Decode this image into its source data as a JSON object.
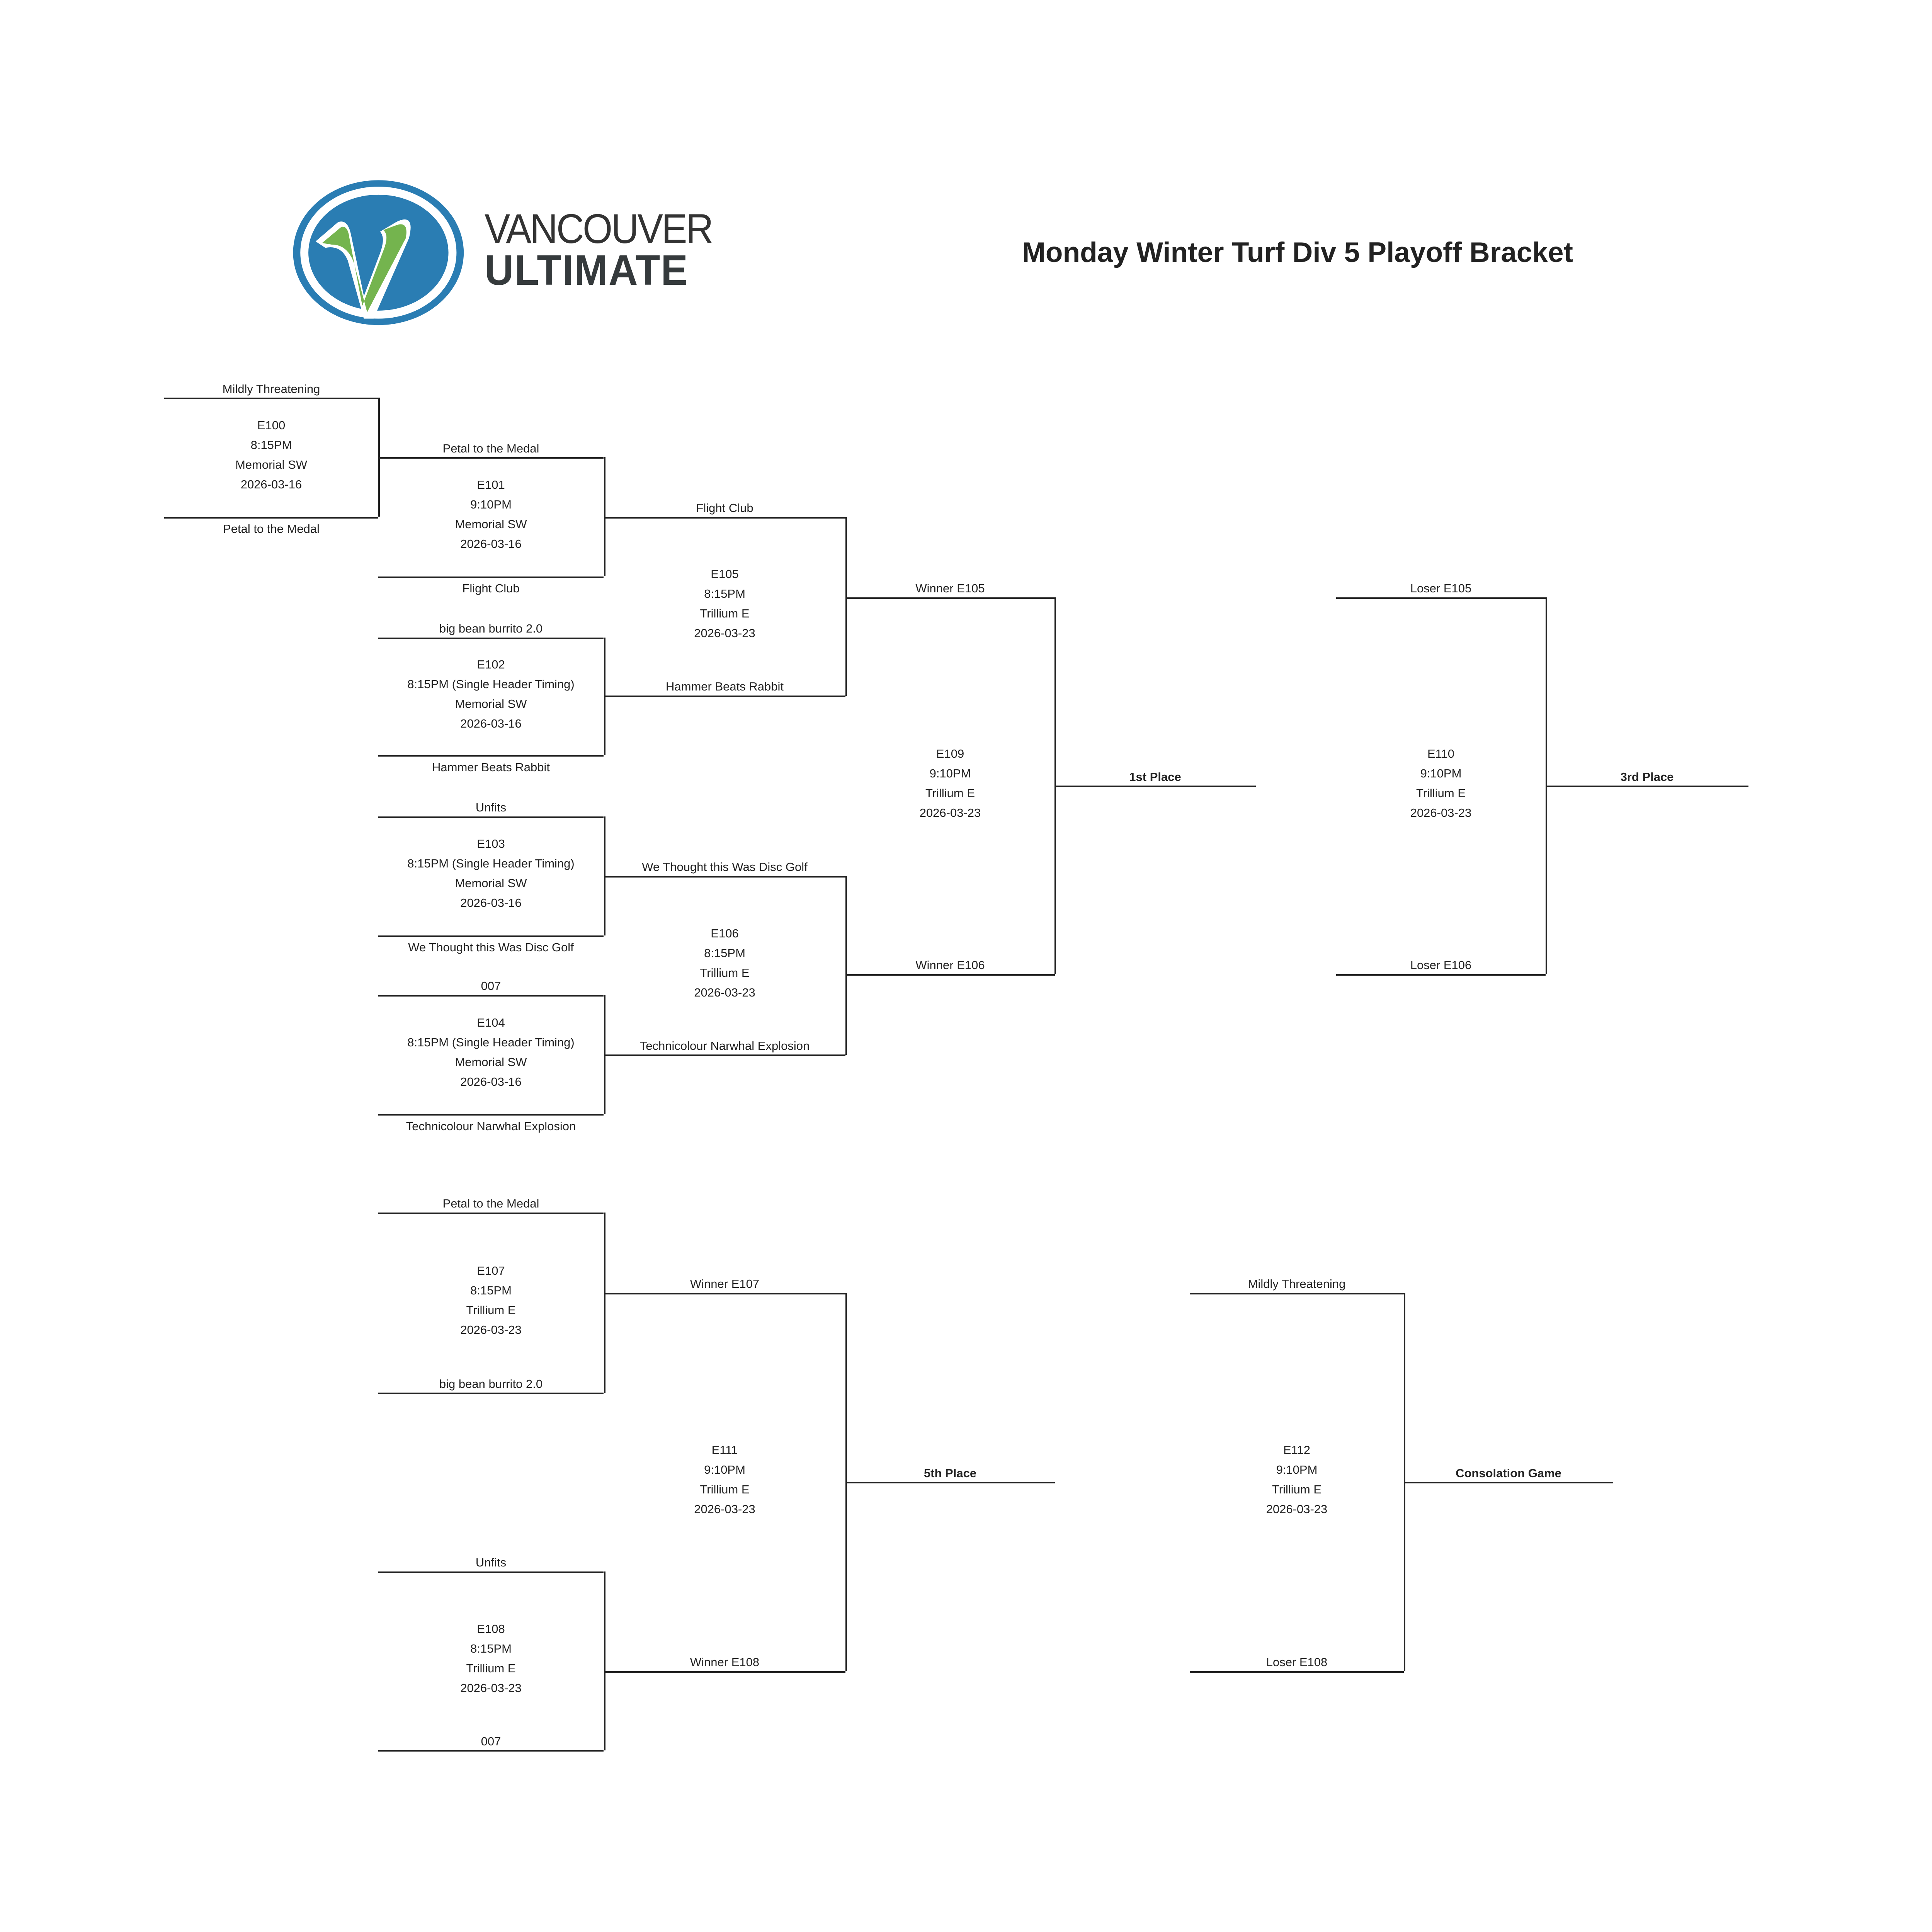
{
  "header": {
    "title": "Monday Winter Turf Div 5 Playoff Bracket",
    "logo": {
      "line1": "VANCOUVER",
      "line2": "ULTIMATE",
      "colors": {
        "blue": "#2a7db3",
        "green": "#74b44e",
        "text": "#353a3c"
      }
    }
  },
  "games": [
    {
      "id": "E100",
      "top": "Mildly Threatening",
      "bottom": "Petal to the Medal",
      "info": [
        "E100",
        "8:15PM",
        "Memorial SW",
        "2026-03-16"
      ]
    },
    {
      "id": "E101",
      "top": "Petal to the Medal",
      "bottom": "Flight Club",
      "info": [
        "E101",
        "9:10PM",
        "Memorial SW",
        "2026-03-16"
      ]
    },
    {
      "id": "E102",
      "top": "big bean burrito 2.0",
      "bottom": "Hammer Beats Rabbit",
      "info": [
        "E102",
        "8:15PM (Single Header Timing)",
        "Memorial SW",
        "2026-03-16"
      ]
    },
    {
      "id": "E103",
      "top": "Unfits",
      "bottom": "We Thought this Was Disc Golf",
      "info": [
        "E103",
        "8:15PM (Single Header Timing)",
        "Memorial SW",
        "2026-03-16"
      ]
    },
    {
      "id": "E104",
      "top": "007",
      "bottom": "Technicolour Narwhal Explosion",
      "info": [
        "E104",
        "8:15PM (Single Header Timing)",
        "Memorial SW",
        "2026-03-16"
      ]
    },
    {
      "id": "E105",
      "top": "Flight Club",
      "bottom": "Hammer Beats Rabbit",
      "info": [
        "E105",
        "8:15PM",
        "Trillium E",
        "2026-03-23"
      ]
    },
    {
      "id": "E106",
      "top": "We Thought this Was Disc Golf",
      "bottom": "Technicolour Narwhal Explosion",
      "info": [
        "E106",
        "8:15PM",
        "Trillium E",
        "2026-03-23"
      ]
    },
    {
      "id": "E109",
      "top": "Winner E105",
      "bottom": "Winner E106",
      "info": [
        "E109",
        "9:10PM",
        "Trillium E",
        "2026-03-23"
      ],
      "result": "1st Place"
    },
    {
      "id": "E110",
      "top": "Loser E105",
      "bottom": "Loser E106",
      "info": [
        "E110",
        "9:10PM",
        "Trillium E",
        "2026-03-23"
      ],
      "result": "3rd Place"
    },
    {
      "id": "E107",
      "top": "Petal to the Medal",
      "bottom": "big bean burrito 2.0",
      "info": [
        "E107",
        "8:15PM",
        "Trillium E",
        "2026-03-23"
      ]
    },
    {
      "id": "E108",
      "top": "Unfits",
      "bottom": "007",
      "info": [
        "E108",
        "8:15PM",
        "Trillium E",
        "2026-03-23"
      ]
    },
    {
      "id": "E111",
      "top": "Winner E107",
      "bottom": "Winner E108",
      "info": [
        "E111",
        "9:10PM",
        "Trillium E",
        "2026-03-23"
      ],
      "result": "5th Place"
    },
    {
      "id": "E112",
      "top": "Mildly Threatening",
      "bottom": "Loser E108",
      "info": [
        "E112",
        "9:10PM",
        "Trillium E",
        "2026-03-23"
      ],
      "result": "Consolation Game"
    }
  ]
}
